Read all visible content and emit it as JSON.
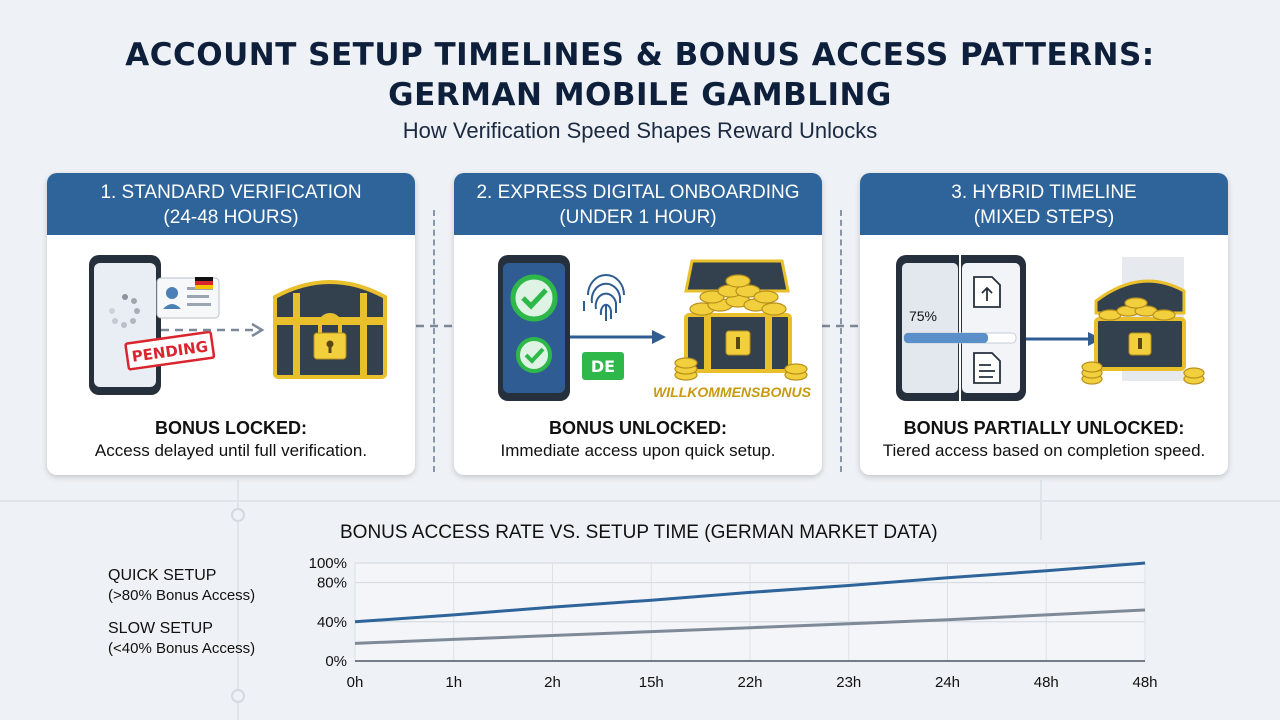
{
  "header": {
    "title_line1": "ACCOUNT SETUP TIMELINES & BONUS ACCESS PATTERNS:",
    "title_line2": "GERMAN MOBILE GAMBLING",
    "subtitle": "How Verification Speed Shapes Reward Unlocks"
  },
  "panels": [
    {
      "heading_line1": "1. Standard Verification",
      "heading_line2": "(24-48 Hours)",
      "stamp": "PENDING",
      "status_title": "BONUS LOCKED:",
      "status_desc": "Access delayed until full verification."
    },
    {
      "heading_line1": "2. Express Digital Onboarding",
      "heading_line2": "(Under 1 Hour)",
      "badge": "DE",
      "bonus_label": "WILLKOMMENSBONUS",
      "status_title": "BONUS UNLOCKED:",
      "status_desc": "Immediate access upon quick setup."
    },
    {
      "heading_line1": "3. Hybrid Timeline",
      "heading_line2": "(Mixed Steps)",
      "progress_label": "75%",
      "progress_value": 0.75,
      "status_title": "BONUS PARTIALLY UNLOCKED:",
      "status_desc": "Tiered access based on completion speed."
    }
  ],
  "colors": {
    "panel_header": "#2f649b",
    "quick_line": "#2f649b",
    "slow_line": "#7f8a99",
    "gold": "#e9bf2c",
    "check_green": "#2fb84a",
    "stamp_red": "#d9262e"
  },
  "legend": [
    {
      "name": "Quick Setup",
      "desc": "(>80% Bonus Access)"
    },
    {
      "name": "Slow Setup",
      "desc": "(<40% Bonus Access)"
    }
  ],
  "chart_data": {
    "type": "line",
    "title": "Bonus Access Rate vs. Setup Time (German Market Data)",
    "x": [
      "0h",
      "1h",
      "2h",
      "15h",
      "22h",
      "23h",
      "24h",
      "48h",
      "48h"
    ],
    "yticks": [
      "0%",
      "40%",
      "80%",
      "100%"
    ],
    "ylim": [
      0,
      100
    ],
    "grid": true,
    "series": [
      {
        "name": "Quick Setup",
        "values": [
          40,
          47,
          55,
          62,
          70,
          77,
          85,
          92,
          100
        ]
      },
      {
        "name": "Slow Setup",
        "values": [
          18,
          22,
          26,
          30,
          34,
          38,
          42,
          47,
          52
        ]
      }
    ]
  }
}
